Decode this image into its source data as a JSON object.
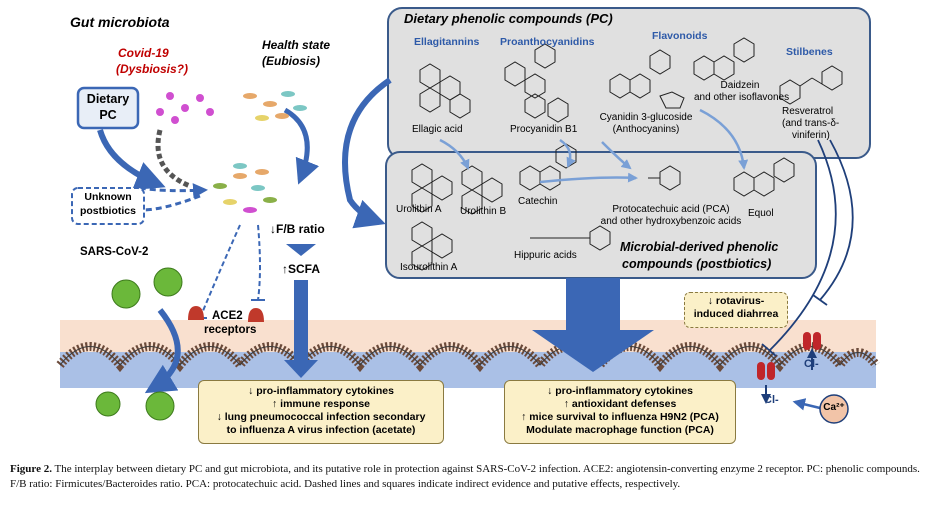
{
  "labels": {
    "gut_microbiota": "Gut microbiota",
    "covid19": "Covid-19",
    "dysbiosis": "(Dysbiosis?)",
    "dietary_pc_line1": "Dietary",
    "dietary_pc_line2": "PC",
    "health_state": "Health state",
    "eubiosis": "(Eubiosis)",
    "unknown_postbiotics_line1": "Unknown",
    "unknown_postbiotics_line2": "postbiotics",
    "sars_cov2": "SARS-CoV-2",
    "fb_ratio": "↓F/B ratio",
    "scfa": "↑SCFA",
    "ace2_line1": "ACE2",
    "ace2_line2": "receptors",
    "cl_minus_1": "Cl-",
    "cl_minus_2": "Cl-",
    "ca2": "Ca²⁺"
  },
  "dietary_panel": {
    "title": "Dietary phenolic compounds (PC)",
    "classes": [
      "Ellagitannins",
      "Proanthocyanidins",
      "Flavonoids",
      "Stilbenes"
    ],
    "compounds": {
      "ellagic_acid": "Ellagic acid",
      "procyanidin": "Procyanidin B1",
      "cyanidin_line1": "Cyanidin 3-glucoside",
      "cyanidin_line2": "(Anthocyanins)",
      "daidzein_line1": "Daidzein",
      "daidzein_line2": "and other isoflavones",
      "resveratrol_line1": "Resveratrol",
      "resveratrol_line2": "(and trans-δ-",
      "resveratrol_line3": "viniferin)"
    }
  },
  "microbial_panel": {
    "title_line1": "Microbial-derived phenolic",
    "title_line2": "compounds  (postbiotics)",
    "compounds": {
      "urolithin_a": "Urolithin A",
      "urolithin_b": "Urolithin B",
      "catechin": "Catechin",
      "pca_line1": "Protocatechuic acid (PCA)",
      "pca_line2": "and other hydroxybenzoic acids",
      "equol": "Equol",
      "hippuric": "Hippuric acids",
      "isourolithin": "Isourolithin A"
    }
  },
  "effect_boxes": {
    "left": [
      "↓    pro-inflammatory cytokines",
      "↑      immune response",
      "↓   lung pneumococcal infection secondary",
      "to influenza A virus infection (acetate)"
    ],
    "middle": [
      "↓    pro-inflammatory cytokines",
      "↑      antioxidant defenses",
      "↑   mice survival to influenza H9N2 (PCA)",
      "Modulate macrophage function (PCA)"
    ],
    "right": [
      "↓ rotavirus-",
      "induced diahrrea"
    ]
  },
  "caption": {
    "label": "Figure 2.",
    "text": " The interplay between dietary PC and gut microbiota, and its putative role in protection against SARS-CoV-2 infection. ACE2: angiotensin-converting enzyme 2 receptor. PC: phenolic compounds. F/B ratio: Firmicutes/Bacteroides ratio. PCA: protocatechuic acid. Dashed lines and squares indicate indirect evidence and putative effects, respectively."
  },
  "colors": {
    "panel_fill": "#e0e0e0",
    "panel_border": "#3a5a8a",
    "arrow_blue": "#3b67b5",
    "dark_blue": "#1f3f7a",
    "epithelium_blue": "#aac0e6",
    "peach": "#f9e0cf",
    "red_text": "#c00000",
    "class_blue": "#2e5aa8",
    "effect_box": "#fbf0c8"
  }
}
